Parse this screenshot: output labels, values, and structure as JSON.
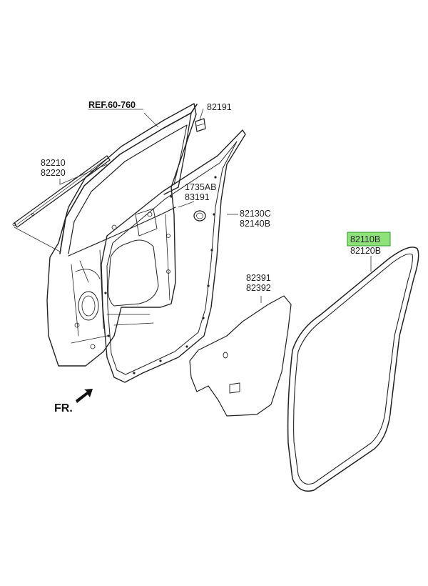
{
  "diagram": {
    "ref_label": "REF.60-760",
    "direction_label": "FR.",
    "highlight_color": "#8fe27a",
    "parts": [
      {
        "id": "p82191",
        "numbers": [
          "82191"
        ]
      },
      {
        "id": "p82210",
        "numbers": [
          "82210",
          "82220"
        ]
      },
      {
        "id": "p1735",
        "numbers": [
          "1735AB",
          "83191"
        ]
      },
      {
        "id": "p82130",
        "numbers": [
          "82130C",
          "82140B"
        ]
      },
      {
        "id": "p82391",
        "numbers": [
          "82391",
          "82392"
        ]
      },
      {
        "id": "p82110",
        "numbers": [
          "82110B",
          "82120B"
        ],
        "highlighted": true
      }
    ]
  }
}
